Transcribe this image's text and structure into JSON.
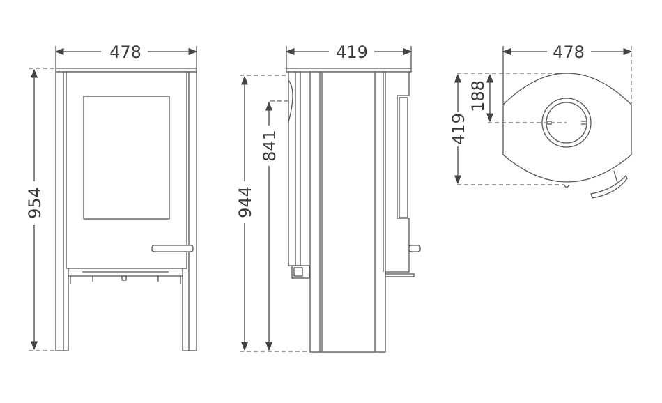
{
  "front_view": {
    "width_label": "478",
    "height_label": "954"
  },
  "side_view": {
    "depth_label": "419",
    "height_label": "944",
    "flue_height_label": "841"
  },
  "top_view": {
    "width_label": "478",
    "depth_label": "419",
    "flue_offset_label": "188"
  },
  "colors": {
    "line": "#555555",
    "text": "#3a3a3a"
  }
}
